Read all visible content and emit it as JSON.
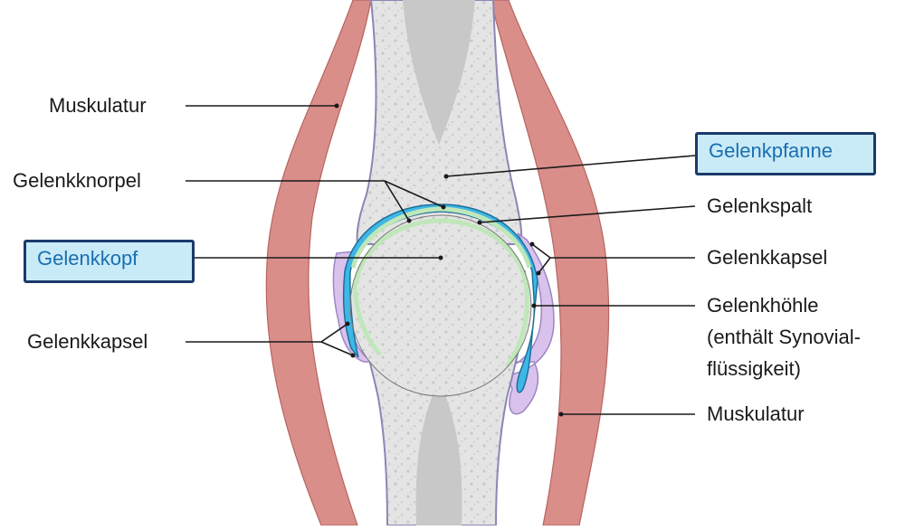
{
  "labels": {
    "muskulatur_top": "Muskulatur",
    "gelenkknorpel": "Gelenkknorpel",
    "gelenkkopf": "Gelenkkopf",
    "gelenkkapsel_left": "Gelenkkapsel",
    "gelenkpfanne": "Gelenkpfanne",
    "gelenkspalt": "Gelenkspalt",
    "gelenkkapsel_right": "Gelenkkapsel",
    "gelenkhoehle_1": "Gelenkhöhle",
    "gelenkhoehle_2": "(enthält Synovial-",
    "gelenkhoehle_3": "flüssigkeit)",
    "muskulatur_bottom": "Muskulatur"
  },
  "colors": {
    "muscle": "#d98e8a",
    "bone": "#dcdcdc",
    "cartilage": "#bfe7b9",
    "synovial": "#3fb7e6",
    "capsule": "#d9c2ec",
    "highlight_box": "#c9eaf7",
    "highlight_border": "#1b3a6b"
  }
}
